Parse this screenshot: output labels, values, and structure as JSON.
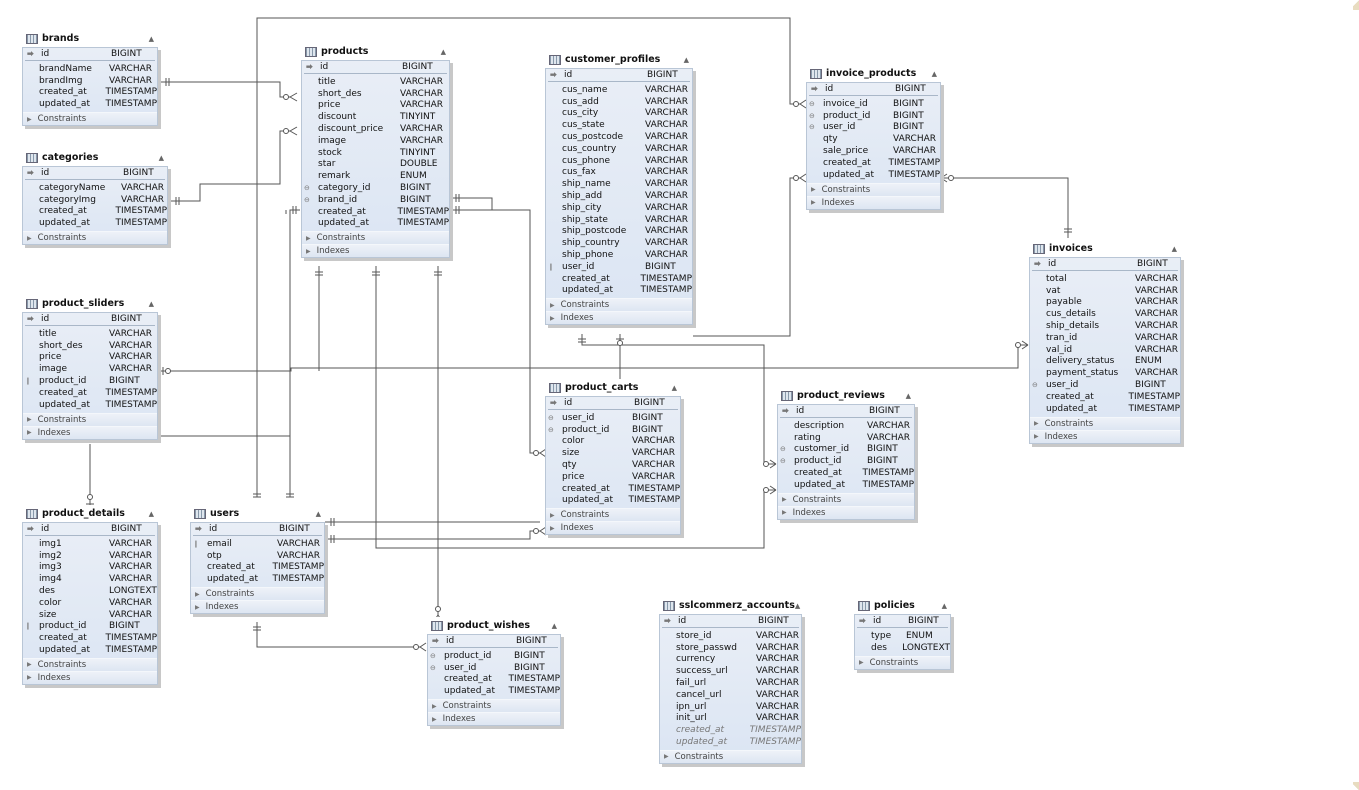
{
  "diagram_title": "ER Diagram",
  "labels": {
    "constraints": "Constraints",
    "indexes": "Indexes"
  },
  "tables": {
    "brands": {
      "name": "brands",
      "columns": [
        {
          "name": "id",
          "type": "BIGINT",
          "key": "pk"
        },
        {
          "name": "brandName",
          "type": "VARCHAR"
        },
        {
          "name": "brandImg",
          "type": "VARCHAR"
        },
        {
          "name": "created_at",
          "type": "TIMESTAMP"
        },
        {
          "name": "updated_at",
          "type": "TIMESTAMP"
        }
      ],
      "sections": [
        "Constraints"
      ]
    },
    "categories": {
      "name": "categories",
      "columns": [
        {
          "name": "id",
          "type": "BIGINT",
          "key": "pk"
        },
        {
          "name": "categoryName",
          "type": "VARCHAR"
        },
        {
          "name": "categoryImg",
          "type": "VARCHAR"
        },
        {
          "name": "created_at",
          "type": "TIMESTAMP"
        },
        {
          "name": "updated_at",
          "type": "TIMESTAMP"
        }
      ],
      "sections": [
        "Constraints"
      ]
    },
    "product_sliders": {
      "name": "product_sliders",
      "columns": [
        {
          "name": "id",
          "type": "BIGINT",
          "key": "pk"
        },
        {
          "name": "title",
          "type": "VARCHAR"
        },
        {
          "name": "short_des",
          "type": "VARCHAR"
        },
        {
          "name": "price",
          "type": "VARCHAR"
        },
        {
          "name": "image",
          "type": "VARCHAR"
        },
        {
          "name": "product_id",
          "type": "BIGINT",
          "key": "uq"
        },
        {
          "name": "created_at",
          "type": "TIMESTAMP"
        },
        {
          "name": "updated_at",
          "type": "TIMESTAMP"
        }
      ],
      "sections": [
        "Constraints",
        "Indexes"
      ]
    },
    "product_details": {
      "name": "product_details",
      "columns": [
        {
          "name": "id",
          "type": "BIGINT",
          "key": "pk"
        },
        {
          "name": "img1",
          "type": "VARCHAR"
        },
        {
          "name": "img2",
          "type": "VARCHAR"
        },
        {
          "name": "img3",
          "type": "VARCHAR"
        },
        {
          "name": "img4",
          "type": "VARCHAR"
        },
        {
          "name": "des",
          "type": "LONGTEXT"
        },
        {
          "name": "color",
          "type": "VARCHAR"
        },
        {
          "name": "size",
          "type": "VARCHAR"
        },
        {
          "name": "product_id",
          "type": "BIGINT",
          "key": "uq"
        },
        {
          "name": "created_at",
          "type": "TIMESTAMP"
        },
        {
          "name": "updated_at",
          "type": "TIMESTAMP"
        }
      ],
      "sections": [
        "Constraints",
        "Indexes"
      ]
    },
    "products": {
      "name": "products",
      "columns": [
        {
          "name": "id",
          "type": "BIGINT",
          "key": "pk"
        },
        {
          "name": "title",
          "type": "VARCHAR"
        },
        {
          "name": "short_des",
          "type": "VARCHAR"
        },
        {
          "name": "price",
          "type": "VARCHAR"
        },
        {
          "name": "discount",
          "type": "TINYINT"
        },
        {
          "name": "discount_price",
          "type": "VARCHAR"
        },
        {
          "name": "image",
          "type": "VARCHAR"
        },
        {
          "name": "stock",
          "type": "TINYINT"
        },
        {
          "name": "star",
          "type": "DOUBLE"
        },
        {
          "name": "remark",
          "type": "ENUM"
        },
        {
          "name": "category_id",
          "type": "BIGINT",
          "key": "fk"
        },
        {
          "name": "brand_id",
          "type": "BIGINT",
          "key": "fk"
        },
        {
          "name": "created_at",
          "type": "TIMESTAMP"
        },
        {
          "name": "updated_at",
          "type": "TIMESTAMP"
        }
      ],
      "sections": [
        "Constraints",
        "Indexes"
      ]
    },
    "users": {
      "name": "users",
      "columns": [
        {
          "name": "id",
          "type": "BIGINT",
          "key": "pk"
        },
        {
          "name": "email",
          "type": "VARCHAR",
          "key": "uq"
        },
        {
          "name": "otp",
          "type": "VARCHAR"
        },
        {
          "name": "created_at",
          "type": "TIMESTAMP"
        },
        {
          "name": "updated_at",
          "type": "TIMESTAMP"
        }
      ],
      "sections": [
        "Constraints",
        "Indexes"
      ]
    },
    "customer_profiles": {
      "name": "customer_profiles",
      "columns": [
        {
          "name": "id",
          "type": "BIGINT",
          "key": "pk"
        },
        {
          "name": "cus_name",
          "type": "VARCHAR"
        },
        {
          "name": "cus_add",
          "type": "VARCHAR"
        },
        {
          "name": "cus_city",
          "type": "VARCHAR"
        },
        {
          "name": "cus_state",
          "type": "VARCHAR"
        },
        {
          "name": "cus_postcode",
          "type": "VARCHAR"
        },
        {
          "name": "cus_country",
          "type": "VARCHAR"
        },
        {
          "name": "cus_phone",
          "type": "VARCHAR"
        },
        {
          "name": "cus_fax",
          "type": "VARCHAR"
        },
        {
          "name": "ship_name",
          "type": "VARCHAR"
        },
        {
          "name": "ship_add",
          "type": "VARCHAR"
        },
        {
          "name": "ship_city",
          "type": "VARCHAR"
        },
        {
          "name": "ship_state",
          "type": "VARCHAR"
        },
        {
          "name": "ship_postcode",
          "type": "VARCHAR"
        },
        {
          "name": "ship_country",
          "type": "VARCHAR"
        },
        {
          "name": "ship_phone",
          "type": "VARCHAR"
        },
        {
          "name": "user_id",
          "type": "BIGINT",
          "key": "uq"
        },
        {
          "name": "created_at",
          "type": "TIMESTAMP"
        },
        {
          "name": "updated_at",
          "type": "TIMESTAMP"
        }
      ],
      "sections": [
        "Constraints",
        "Indexes"
      ]
    },
    "product_carts": {
      "name": "product_carts",
      "columns": [
        {
          "name": "id",
          "type": "BIGINT",
          "key": "pk"
        },
        {
          "name": "user_id",
          "type": "BIGINT",
          "key": "fk"
        },
        {
          "name": "product_id",
          "type": "BIGINT",
          "key": "fk"
        },
        {
          "name": "color",
          "type": "VARCHAR"
        },
        {
          "name": "size",
          "type": "VARCHAR"
        },
        {
          "name": "qty",
          "type": "VARCHAR"
        },
        {
          "name": "price",
          "type": "VARCHAR"
        },
        {
          "name": "created_at",
          "type": "TIMESTAMP"
        },
        {
          "name": "updated_at",
          "type": "TIMESTAMP"
        }
      ],
      "sections": [
        "Constraints",
        "Indexes"
      ]
    },
    "product_wishes": {
      "name": "product_wishes",
      "columns": [
        {
          "name": "id",
          "type": "BIGINT",
          "key": "pk"
        },
        {
          "name": "product_id",
          "type": "BIGINT",
          "key": "fk"
        },
        {
          "name": "user_id",
          "type": "BIGINT",
          "key": "fk"
        },
        {
          "name": "created_at",
          "type": "TIMESTAMP"
        },
        {
          "name": "updated_at",
          "type": "TIMESTAMP"
        }
      ],
      "sections": [
        "Constraints",
        "Indexes"
      ]
    },
    "sslcommerz_accounts": {
      "name": "sslcommerz_accounts",
      "columns": [
        {
          "name": "id",
          "type": "BIGINT",
          "key": "pk"
        },
        {
          "name": "store_id",
          "type": "VARCHAR"
        },
        {
          "name": "store_passwd",
          "type": "VARCHAR"
        },
        {
          "name": "currency",
          "type": "VARCHAR"
        },
        {
          "name": "success_url",
          "type": "VARCHAR"
        },
        {
          "name": "fail_url",
          "type": "VARCHAR"
        },
        {
          "name": "cancel_url",
          "type": "VARCHAR"
        },
        {
          "name": "ipn_url",
          "type": "VARCHAR"
        },
        {
          "name": "init_url",
          "type": "VARCHAR"
        },
        {
          "name": "created_at",
          "type": "TIMESTAMP",
          "italic": true
        },
        {
          "name": "updated_at",
          "type": "TIMESTAMP",
          "italic": true
        }
      ],
      "sections": [
        "Constraints"
      ]
    },
    "invoice_products": {
      "name": "invoice_products",
      "columns": [
        {
          "name": "id",
          "type": "BIGINT",
          "key": "pk"
        },
        {
          "name": "invoice_id",
          "type": "BIGINT",
          "key": "fk"
        },
        {
          "name": "product_id",
          "type": "BIGINT",
          "key": "fk"
        },
        {
          "name": "user_id",
          "type": "BIGINT",
          "key": "fk"
        },
        {
          "name": "qty",
          "type": "VARCHAR"
        },
        {
          "name": "sale_price",
          "type": "VARCHAR"
        },
        {
          "name": "created_at",
          "type": "TIMESTAMP"
        },
        {
          "name": "updated_at",
          "type": "TIMESTAMP"
        }
      ],
      "sections": [
        "Constraints",
        "Indexes"
      ]
    },
    "invoices": {
      "name": "invoices",
      "columns": [
        {
          "name": "id",
          "type": "BIGINT",
          "key": "pk"
        },
        {
          "name": "total",
          "type": "VARCHAR"
        },
        {
          "name": "vat",
          "type": "VARCHAR"
        },
        {
          "name": "payable",
          "type": "VARCHAR"
        },
        {
          "name": "cus_details",
          "type": "VARCHAR"
        },
        {
          "name": "ship_details",
          "type": "VARCHAR"
        },
        {
          "name": "tran_id",
          "type": "VARCHAR"
        },
        {
          "name": "val_id",
          "type": "VARCHAR"
        },
        {
          "name": "delivery_status",
          "type": "ENUM"
        },
        {
          "name": "payment_status",
          "type": "VARCHAR"
        },
        {
          "name": "user_id",
          "type": "BIGINT",
          "key": "fk"
        },
        {
          "name": "created_at",
          "type": "TIMESTAMP"
        },
        {
          "name": "updated_at",
          "type": "TIMESTAMP"
        }
      ],
      "sections": [
        "Constraints",
        "Indexes"
      ]
    },
    "product_reviews": {
      "name": "product_reviews",
      "columns": [
        {
          "name": "id",
          "type": "BIGINT",
          "key": "pk"
        },
        {
          "name": "description",
          "type": "VARCHAR"
        },
        {
          "name": "rating",
          "type": "VARCHAR"
        },
        {
          "name": "customer_id",
          "type": "BIGINT",
          "key": "fk"
        },
        {
          "name": "product_id",
          "type": "BIGINT",
          "key": "fk"
        },
        {
          "name": "created_at",
          "type": "TIMESTAMP"
        },
        {
          "name": "updated_at",
          "type": "TIMESTAMP"
        }
      ],
      "sections": [
        "Constraints",
        "Indexes"
      ]
    },
    "policies": {
      "name": "policies",
      "columns": [
        {
          "name": "id",
          "type": "BIGINT",
          "key": "pk"
        },
        {
          "name": "type",
          "type": "ENUM"
        },
        {
          "name": "des",
          "type": "LONGTEXT"
        }
      ],
      "sections": [
        "Constraints"
      ]
    }
  },
  "relationships": [
    {
      "from": "brands",
      "to": "products",
      "fk": "brand_id"
    },
    {
      "from": "categories",
      "to": "products",
      "fk": "category_id"
    },
    {
      "from": "products",
      "to": "product_sliders",
      "fk": "product_id"
    },
    {
      "from": "products",
      "to": "product_details",
      "fk": "product_id"
    },
    {
      "from": "products",
      "to": "product_carts",
      "fk": "product_id"
    },
    {
      "from": "products",
      "to": "product_wishes",
      "fk": "product_id"
    },
    {
      "from": "products",
      "to": "product_reviews",
      "fk": "product_id"
    },
    {
      "from": "products",
      "to": "invoice_products",
      "fk": "product_id"
    },
    {
      "from": "users",
      "to": "customer_profiles",
      "fk": "user_id"
    },
    {
      "from": "users",
      "to": "product_carts",
      "fk": "user_id"
    },
    {
      "from": "users",
      "to": "product_wishes",
      "fk": "user_id"
    },
    {
      "from": "users",
      "to": "invoices",
      "fk": "user_id"
    },
    {
      "from": "users",
      "to": "invoice_products",
      "fk": "user_id"
    },
    {
      "from": "customer_profiles",
      "to": "product_reviews",
      "fk": "customer_id"
    },
    {
      "from": "invoices",
      "to": "invoice_products",
      "fk": "invoice_id"
    }
  ],
  "colors": {
    "line": "#555555",
    "table_bg": "#dde6f3",
    "table_border": "#b9c6d6"
  }
}
